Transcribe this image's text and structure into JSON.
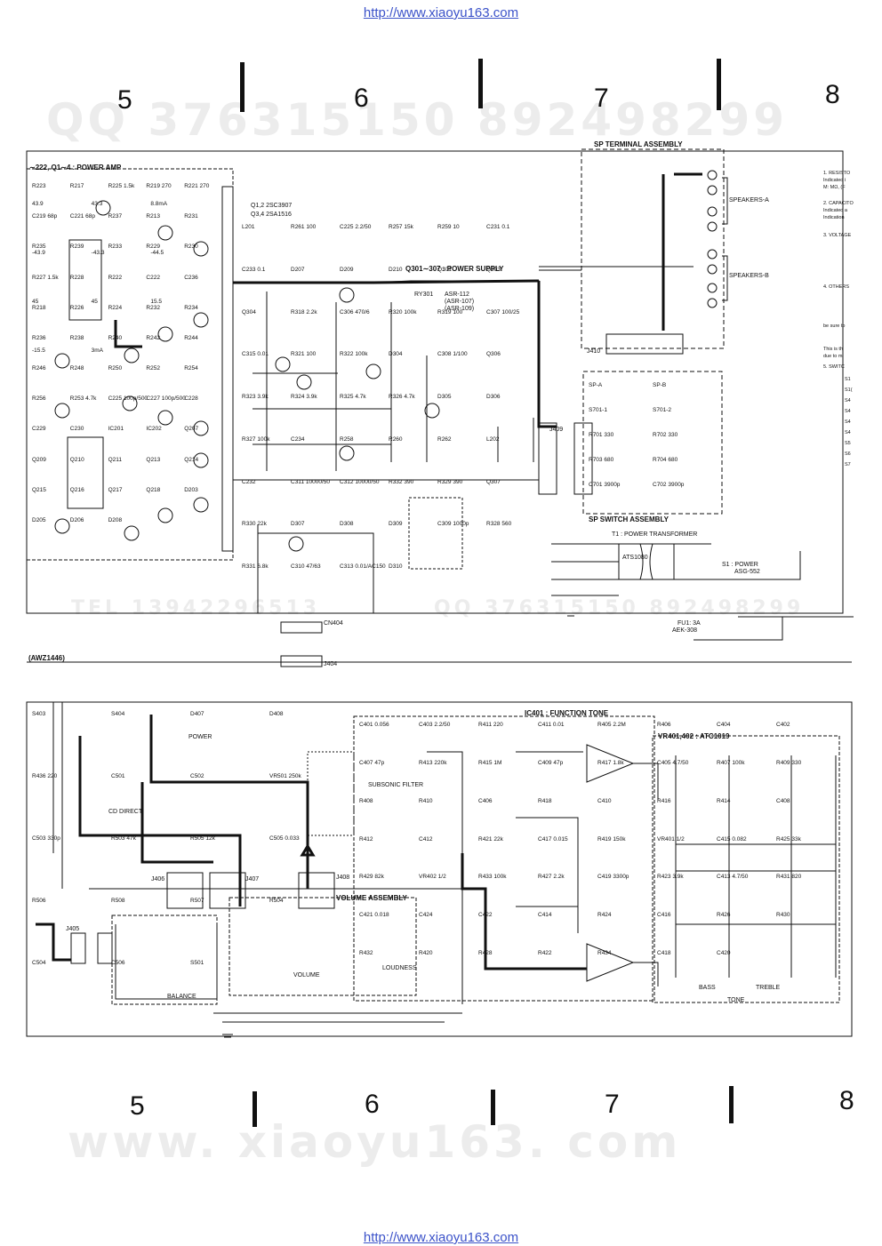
{
  "source_url": "http://www.xiaoyu163.com",
  "watermarks": {
    "qq": "QQ 376315150  892498299",
    "tel": "TEL 13942296513",
    "qq_mid": "QQ 376315150  892498299",
    "site": "www. xiaoyu163. com"
  },
  "columns": [
    "5",
    "6",
    "7",
    "8"
  ],
  "sections": {
    "power_amp": "∼222, Q1∼4 : POWER AMP",
    "sp_terminal": "SP TERMINAL ASSEMBLY",
    "speakers_a": "SPEAKERS-A",
    "speakers_b": "SPEAKERS-B",
    "power_supply": "Q301∼307 : POWER SUPPLY",
    "relay_name": "RY301",
    "relay_models": [
      "ASR-112",
      "(ASR-107)",
      "(ASR-109)"
    ],
    "sp_switch": "SP SWITCH ASSEMBLY",
    "transformer_title": "T1 : POWER TRANSFORMER",
    "transformer_model": "ATS1080",
    "power_switch": "S1 : POWER",
    "power_switch_model": "ASG-552",
    "fuse": "FU1: 3A",
    "fuse_model": "AEK-308",
    "assy_code": "(AWZ1446)",
    "function_tone": "IC401 : FUNCTION TONE",
    "vr_tone": "VR401,402 : ATC1019",
    "volume_assembly": "VOLUME ASSEMBLY",
    "cd_direct": "CD DIRECT",
    "subsonic": "SUBSONIC FILTER",
    "loudness": "LOUDNESS",
    "balance": "BALANCE",
    "volume": "VOLUME",
    "bass": "BASS",
    "treble": "TREBLE",
    "tone": "TONE",
    "power_led": "POWER"
  },
  "transistor_types": [
    "Q1,2   2SC3907",
    "Q3,4   2SA1516"
  ],
  "notes": [
    "1. RESISTO",
    "Indicated i",
    "M: MΩ, (F",
    "2. CAPACITO",
    "Indicated a",
    "Indication",
    "3. VOLTAGE",
    "4. OTHERS",
    "be sure to",
    "This is th",
    "due to m",
    "5. SWITC"
  ],
  "switch_list": [
    "S1",
    "S1(",
    "S4",
    "S4",
    "S4",
    "S4",
    "S5",
    "S6",
    "S7"
  ],
  "connectors": [
    "J410",
    "J409",
    "J406",
    "J407",
    "J408",
    "J405",
    "CN404",
    "J404"
  ],
  "components": {
    "power_amp": [
      "R223",
      "R217",
      "R225 1.5k",
      "R219 270",
      "R221 270",
      "C219 68p",
      "C221 68p",
      "R237",
      "R213",
      "R231",
      "R235",
      "R239",
      "R233",
      "R229",
      "R230",
      "R227 1.5k",
      "R228",
      "R222",
      "C222",
      "C236",
      "R218",
      "R226",
      "R224",
      "R232",
      "R234",
      "R236",
      "R238",
      "R240",
      "R242",
      "R244",
      "R246",
      "R248",
      "R250",
      "R252",
      "R254",
      "R256",
      "R253 4.7k",
      "C225 100p/500",
      "C227 100p/500",
      "C228",
      "C229",
      "C230",
      "IC201",
      "IC202",
      "Q207",
      "Q209",
      "Q210",
      "Q211",
      "Q213",
      "Q214",
      "Q215",
      "Q216",
      "Q217",
      "Q218",
      "D203",
      "D205",
      "D206",
      "D208"
    ],
    "power_supply": [
      "L201",
      "R261 100",
      "C225 2.2/50",
      "R257 15k",
      "R259 10",
      "C231 0.1",
      "C233 0.1",
      "D207",
      "D209",
      "D210",
      "Q301",
      "Q303",
      "Q304",
      "R318 2.2k",
      "C306 470/6",
      "R320 100k",
      "R319 100",
      "C307 100/25",
      "C315 0.01",
      "R321 100",
      "R322 100k",
      "D304",
      "C308 1/100",
      "Q306",
      "R323 3.9k",
      "R324 3.9k",
      "R325 4.7k",
      "R326 4.7k",
      "D305",
      "D306",
      "R327 100k",
      "C234",
      "R258",
      "R260",
      "R262",
      "L202",
      "C232",
      "C311 10000/50",
      "C312 10000/50",
      "R332 390",
      "R329 390",
      "Q307",
      "R330 22k",
      "D307",
      "D308",
      "D309",
      "C309 1000p",
      "R328 560",
      "R331 6.8k",
      "C310 47/63",
      "C313 0.01/AC150",
      "D310"
    ],
    "sp_switch": [
      "SP-A",
      "SP-B",
      "S701-1",
      "S701-2",
      "R701 330",
      "R702 330",
      "R703 680",
      "R704 680",
      "C701 3900p",
      "C702 3900p"
    ],
    "tone": [
      "C401 0.056",
      "C403 2.2/50",
      "R411 220",
      "C411 0.01",
      "R405 2.2M",
      "R406",
      "C404",
      "C402",
      "C407 47p",
      "R413 220k",
      "R415 1M",
      "C409 47p",
      "R417 1.8k",
      "C405 4.7/50",
      "R407 100k",
      "R409 330",
      "R408",
      "R410",
      "C406",
      "R418",
      "C410",
      "R416",
      "R414",
      "C408",
      "R412",
      "C412",
      "R421 22k",
      "C417 0.015",
      "R419 150k",
      "VR401 1/2",
      "C415 0.082",
      "R425 33k",
      "R429 82k",
      "VR402 1/2",
      "R433 100k",
      "R427 2.2k",
      "C419 3300p",
      "R423 3.9k",
      "C413 4.7/50",
      "R431 820",
      "C421 0.018",
      "C424",
      "C422",
      "C414",
      "R424",
      "C416",
      "R426",
      "R430",
      "R432",
      "R420",
      "R428",
      "R422",
      "R434",
      "C418",
      "C420"
    ],
    "volume": [
      "S403",
      "S404",
      "D407",
      "D408",
      "R436 220",
      "C501",
      "C502",
      "VR501 250k",
      "C503 330p",
      "R503 47k",
      "R505 12k",
      "C505 0.033",
      "R506",
      "R508",
      "R507",
      "R504",
      "C504",
      "C506",
      "S501"
    ]
  },
  "voltages": [
    "43.9",
    "43.3",
    "8.8mA",
    "-43.9",
    "-43.3",
    "-44.5",
    "45",
    "45",
    "15.5",
    "-15.5",
    "3mA"
  ]
}
